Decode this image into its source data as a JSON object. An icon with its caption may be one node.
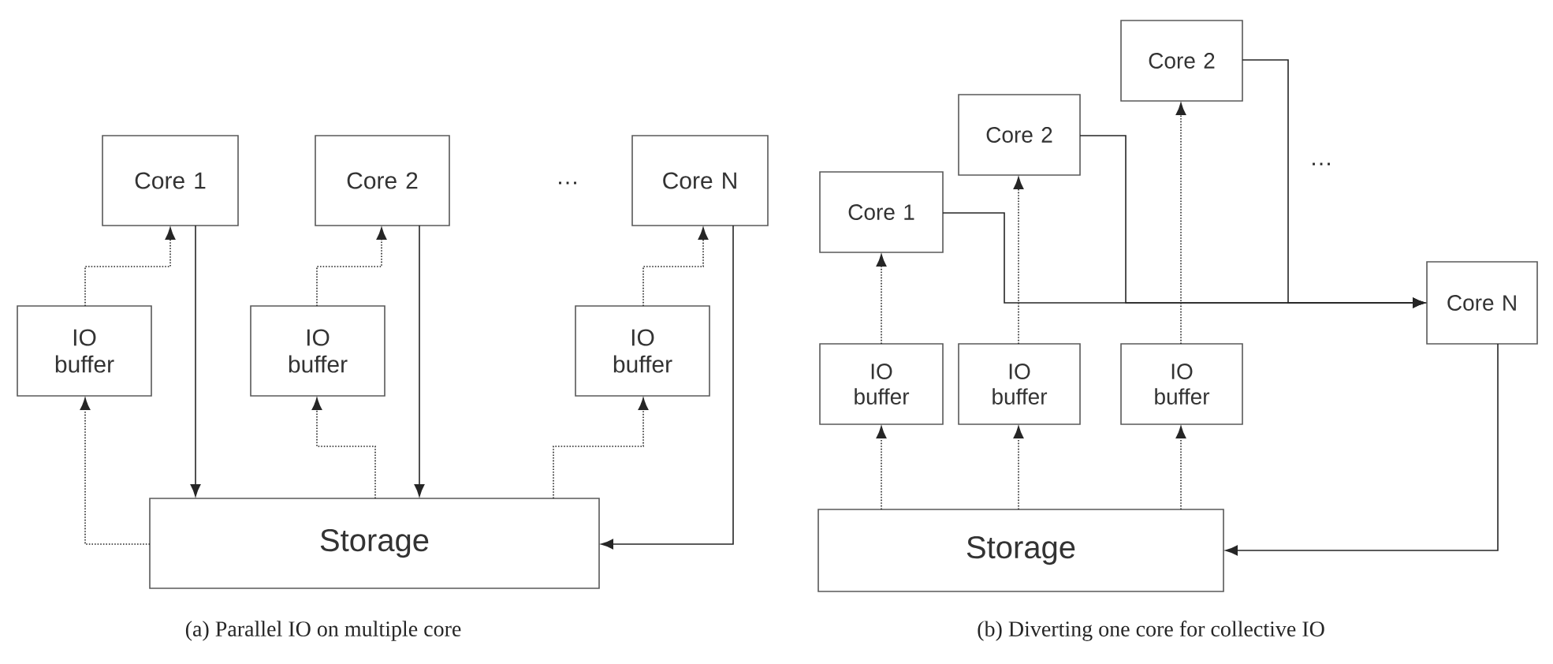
{
  "diagram": {
    "nodes": [
      {
        "text": [
          "Core 1"
        ]
      },
      {
        "text": [
          "Core 2"
        ]
      },
      {
        "text": [
          "Core N"
        ]
      },
      {
        "text": [
          "IO buffer"
        ]
      },
      {
        "text": [
          "IO buffer"
        ]
      },
      {
        "text": [
          "IO buffer"
        ]
      },
      {
        "text": [
          "Storage"
        ]
      },
      {
        "text": [
          "Core 1"
        ]
      },
      {
        "text": [
          "Core 2"
        ]
      },
      {
        "text": [
          "Core 2"
        ]
      },
      {
        "text": [
          "Core N"
        ]
      },
      {
        "text": [
          "IO buffer"
        ]
      },
      {
        "text": [
          "IO buffer"
        ]
      },
      {
        "text": [
          "IO buffer"
        ]
      },
      {
        "text": [
          "Storage"
        ]
      }
    ],
    "edges": [
      {
        "from": 0,
        "to": 6,
        "arrow": "to"
      },
      {
        "from": 1,
        "to": 6,
        "arrow": "to"
      },
      {
        "from": 2,
        "to": 6,
        "arrow": "to"
      },
      {
        "from": 6,
        "to": 3,
        "arrow": "to",
        "style": "dashed"
      },
      {
        "from": 3,
        "to": 0,
        "arrow": "to",
        "style": "dashed"
      },
      {
        "from": 6,
        "to": 4,
        "arrow": "to",
        "style": "dashed"
      },
      {
        "from": 4,
        "to": 1,
        "arrow": "to",
        "style": "dashed"
      },
      {
        "from": 6,
        "to": 5,
        "arrow": "to",
        "style": "dashed"
      },
      {
        "from": 5,
        "to": 2,
        "arrow": "to",
        "style": "dashed"
      },
      {
        "from": 7,
        "to": 10,
        "arrow": "to"
      },
      {
        "from": 8,
        "to": 10,
        "arrow": "to"
      },
      {
        "from": 9,
        "to": 10,
        "arrow": "to"
      },
      {
        "from": 10,
        "to": 14,
        "arrow": "to"
      },
      {
        "from": 14,
        "to": 11,
        "arrow": "to",
        "style": "dashed"
      },
      {
        "from": 11,
        "to": 7,
        "arrow": "to",
        "style": "dashed"
      },
      {
        "from": 14,
        "to": 12,
        "arrow": "to",
        "style": "dashed"
      },
      {
        "from": 12,
        "to": 8,
        "arrow": "to",
        "style": "dashed"
      },
      {
        "from": 14,
        "to": 13,
        "arrow": "to",
        "style": "dashed"
      },
      {
        "from": 13,
        "to": 9,
        "arrow": "to",
        "style": "dashed"
      }
    ],
    "labels": [
      "…",
      "…",
      "(a) Parallel IO on multiple core",
      "(b) Diverting one core for collective IO"
    ]
  }
}
